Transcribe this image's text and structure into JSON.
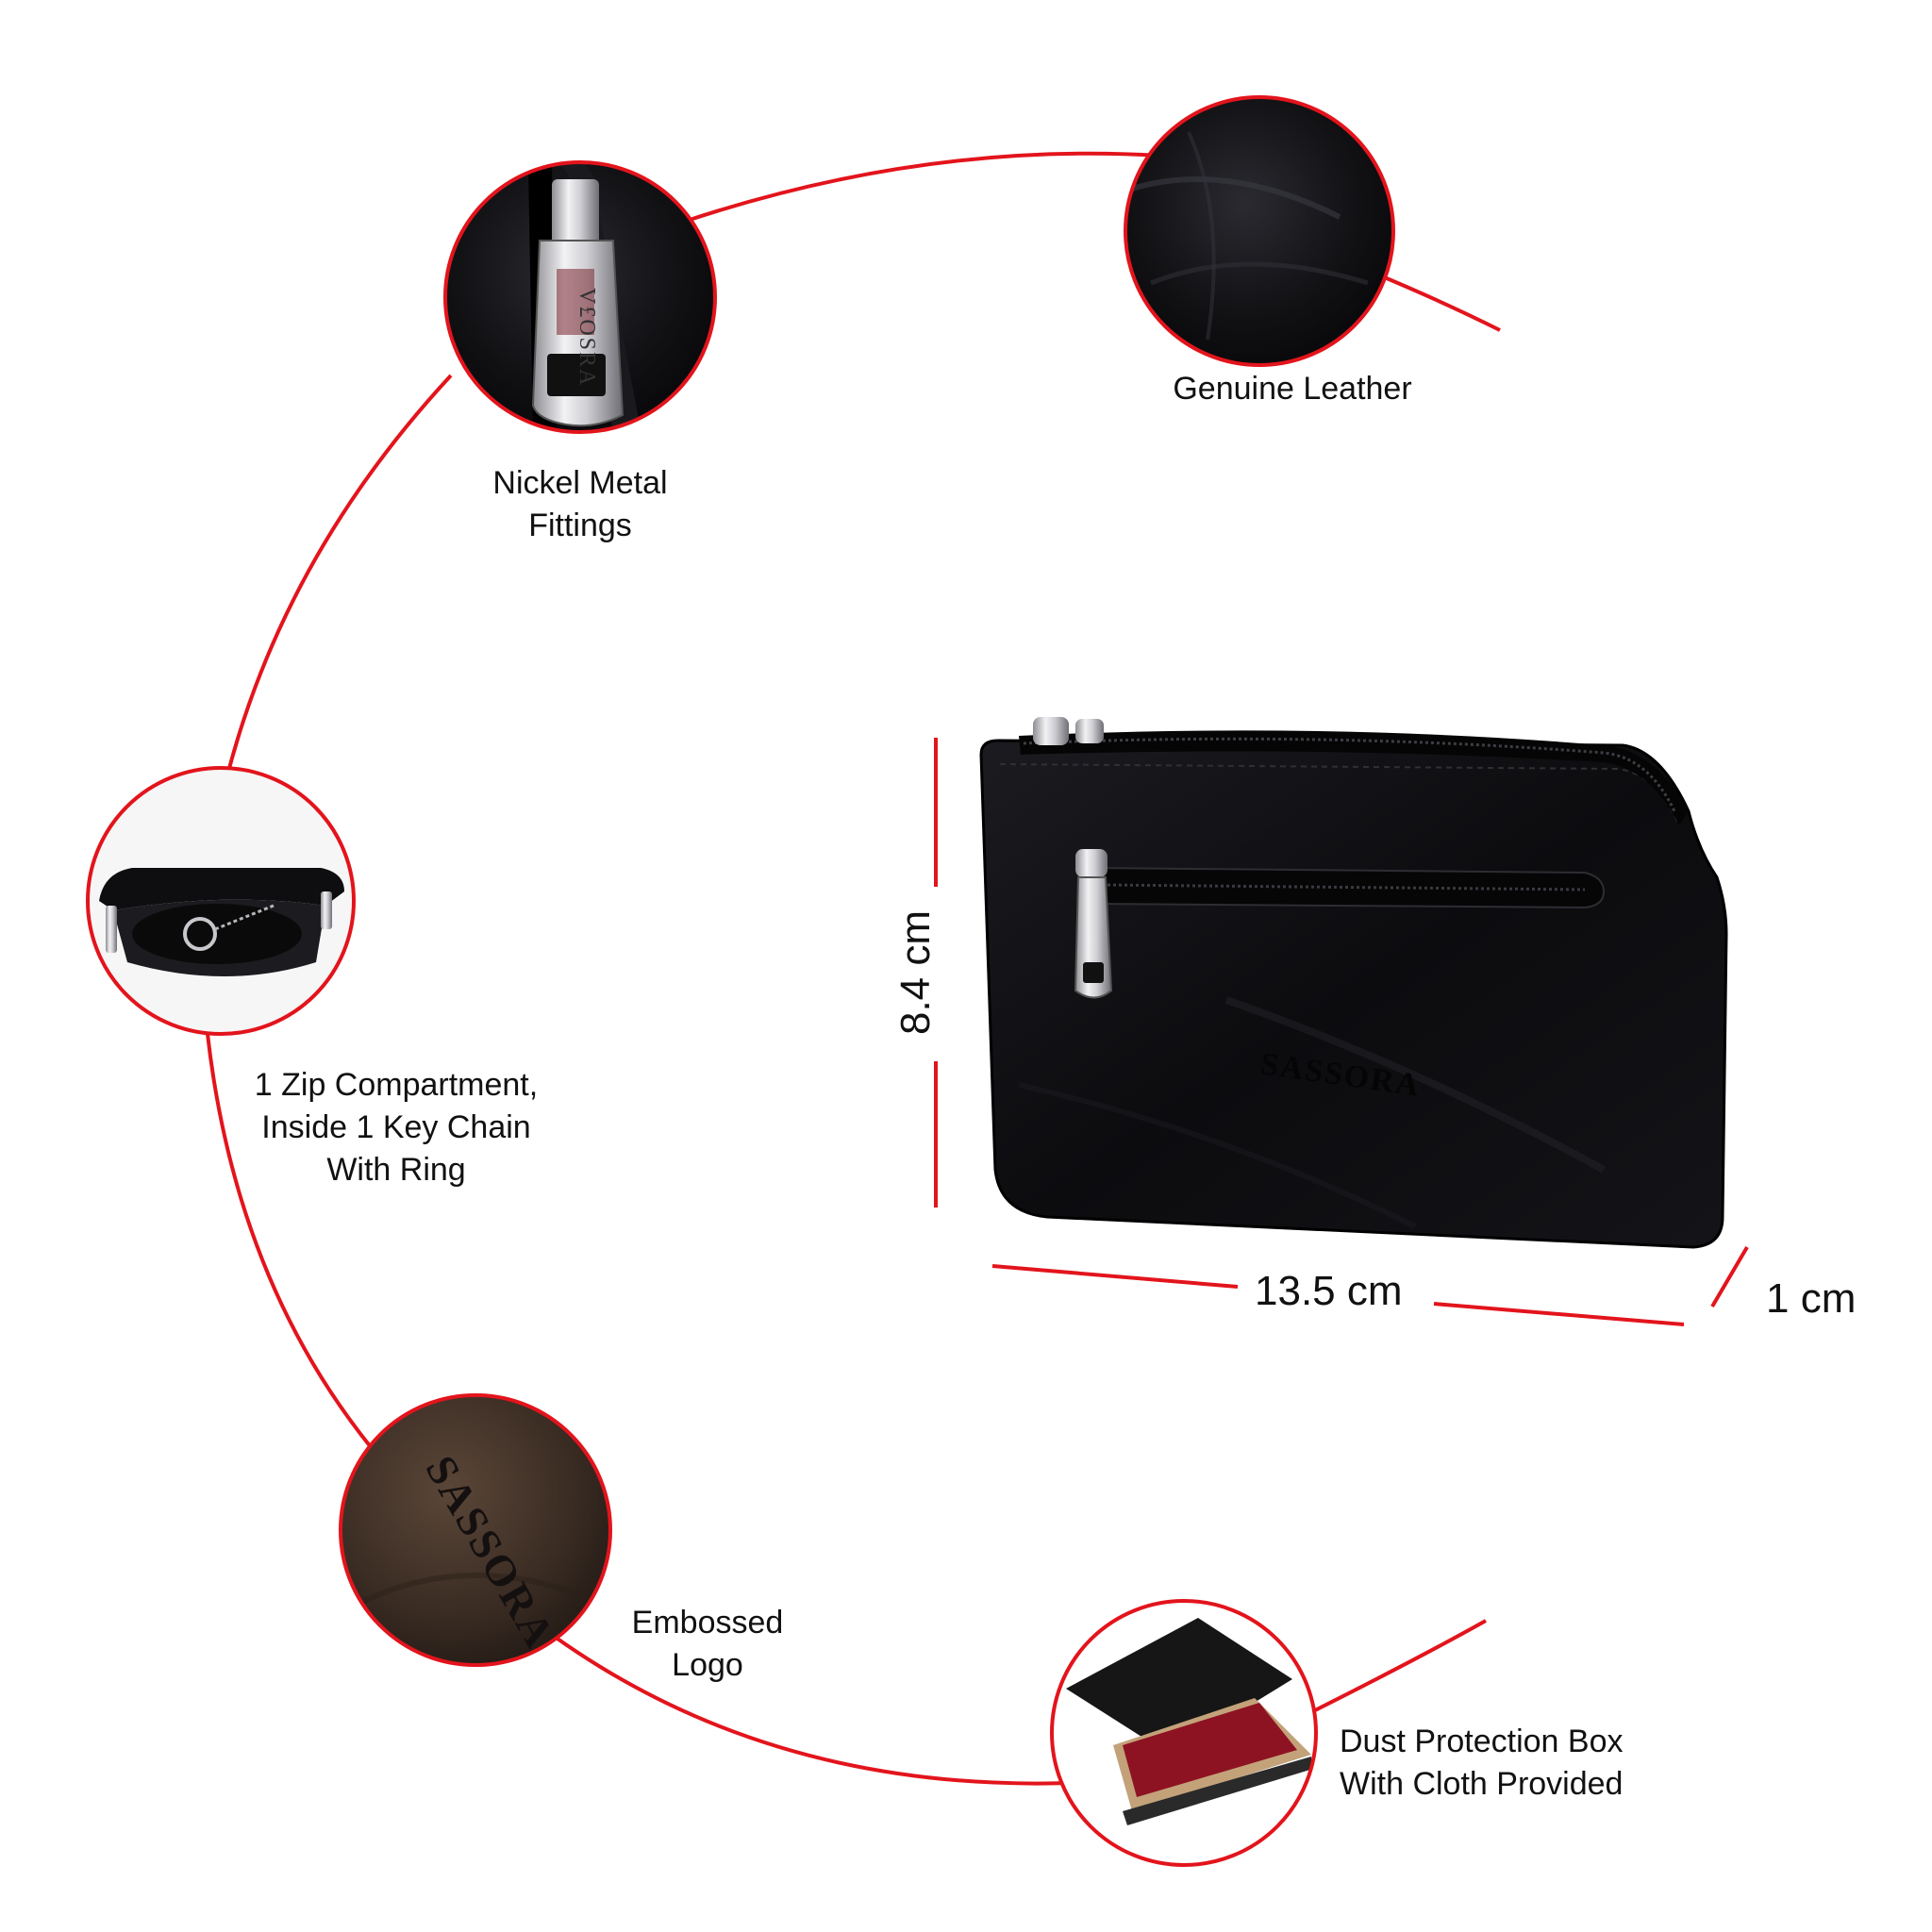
{
  "colors": {
    "accent": "#e3141c",
    "leather": "#0d0d0f",
    "background": "#ffffff"
  },
  "features": [
    {
      "id": "nickel",
      "lines": [
        "Nickel Metal",
        "Fittings"
      ]
    },
    {
      "id": "leather",
      "lines": [
        "Genuine Leather"
      ]
    },
    {
      "id": "zip",
      "lines": [
        "1 Zip Compartment,",
        "Inside 1 Key Chain",
        "With Ring"
      ]
    },
    {
      "id": "logo",
      "lines": [
        "Embossed",
        "Logo"
      ]
    },
    {
      "id": "box",
      "lines": [
        "Dust Protection Box",
        "With Cloth Provided"
      ]
    }
  ],
  "dimensions": {
    "height": "8.4 cm",
    "width": "13.5 cm",
    "depth": "1 cm"
  },
  "brand": {
    "embossed": "SASSORA",
    "zip_puller": "V£OSRA"
  }
}
